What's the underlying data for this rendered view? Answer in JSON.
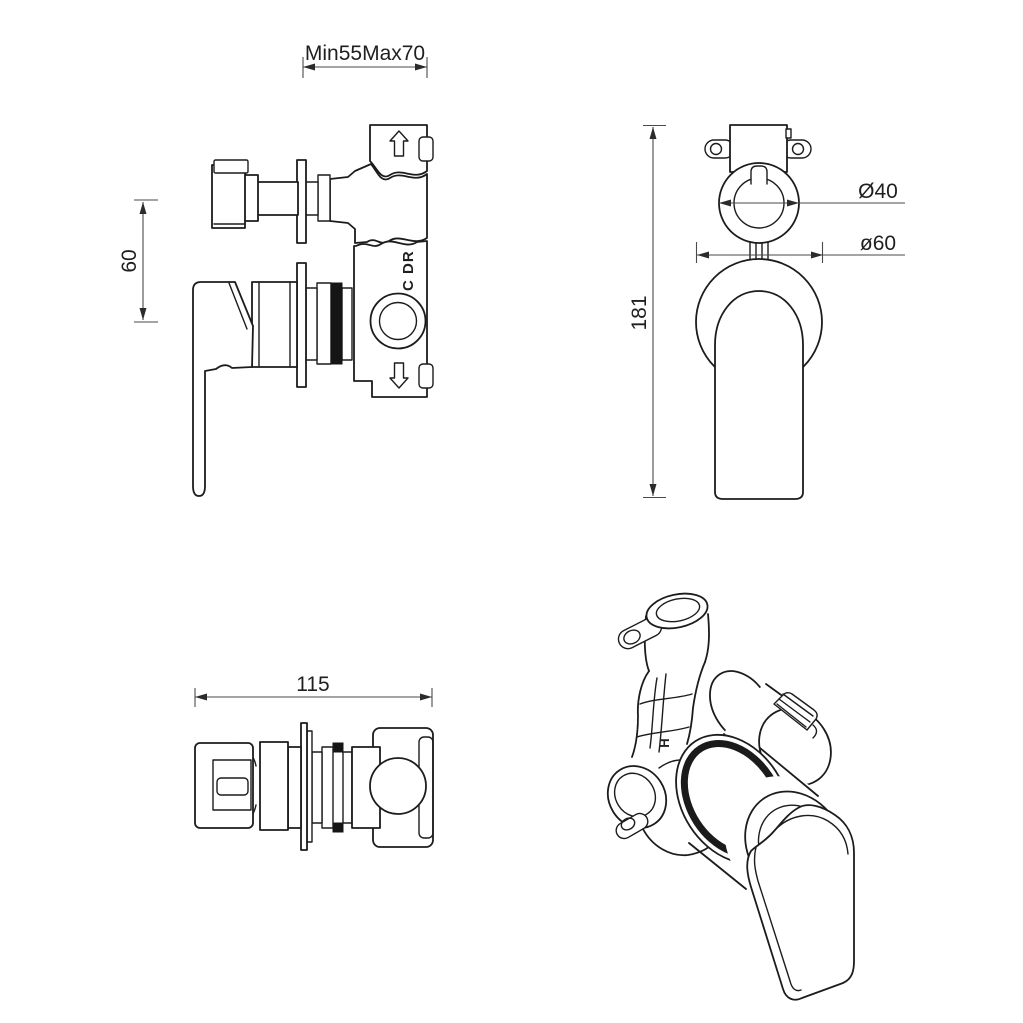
{
  "colors": {
    "background": "#ffffff",
    "line": "#1c1c1c",
    "dimension_line": "#4a4a4a",
    "seal_black": "#151515"
  },
  "views": {
    "side_view": {
      "dims": {
        "wall_depth_range": "Min55Max70",
        "outlet_spacing": "60"
      },
      "markings": {
        "port_letters": "C DR"
      }
    },
    "front_view": {
      "dims": {
        "overall_height": "181",
        "trim_ring_diameter": "Ø40",
        "escutcheon_diameter": "ø60"
      }
    },
    "top_view": {
      "dims": {
        "overall_width": "115"
      }
    },
    "perspective_view": {
      "markings": {
        "hot_inlet": "H"
      }
    }
  }
}
